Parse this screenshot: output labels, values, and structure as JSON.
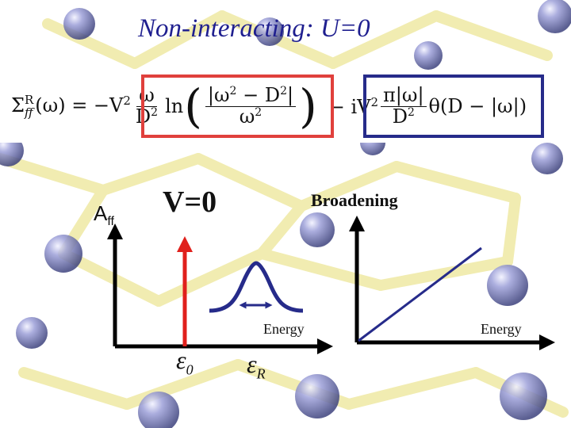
{
  "title": "Non-interacting: U=0",
  "formula": {
    "lhs": "Σ",
    "lhs_sup": "R",
    "lhs_sub": "ff",
    "lhs_arg": "(ω) = −V",
    "real_num": "ω",
    "real_den": "D",
    "real_ln": "ln",
    "abs_num": "|ω",
    "abs_num_b": " − D",
    "abs_num_c": "|",
    "abs_den": "ω",
    "minus_i": "− iV",
    "imag_num": "π|ω|",
    "imag_den": "D",
    "theta": "θ(D − |ω|)",
    "sq": "2"
  },
  "labels": {
    "aff_main": "A",
    "aff_sub": "ff",
    "v0": "V=0",
    "broadening": "Broadening",
    "energy_left": "Energy",
    "energy_right": "Energy",
    "eps0_main": "ε",
    "eps0_sub": "0",
    "epsR_main": "ε",
    "epsR_sub": "R"
  },
  "colors": {
    "title": "#1f1f8f",
    "red_box": "#e0403c",
    "blue_box": "#262b8a",
    "delta_line": "#e0201c",
    "peak_curve": "#262b8a",
    "diagonal": "#262b8a",
    "axes": "#000000"
  }
}
